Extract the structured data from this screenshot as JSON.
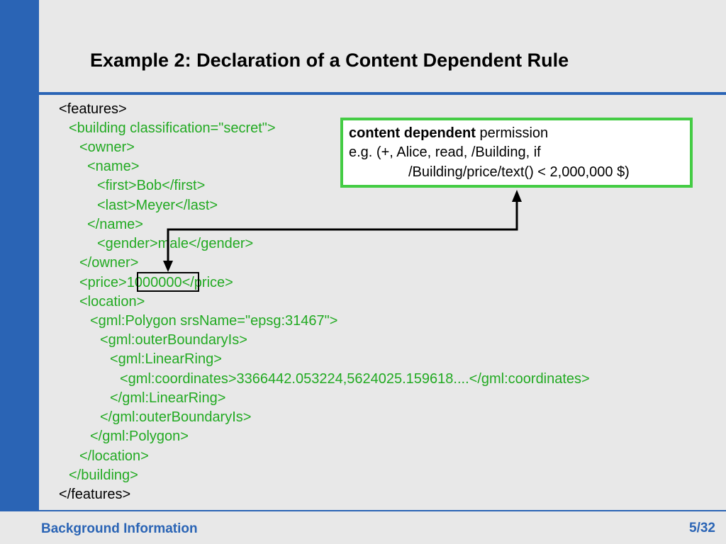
{
  "slide": {
    "title": "Example 2: Declaration of a Content Dependent Rule",
    "footer_left": "Background Information",
    "page_number": "5/32"
  },
  "xml_lines": [
    {
      "text": "<features>",
      "color": "black"
    },
    {
      "text": "<building classification=\"secret\">",
      "color": "green"
    },
    {
      "text": "<owner>",
      "color": "green"
    },
    {
      "text": "<name>",
      "color": "green"
    },
    {
      "text": "<first>Bob</first>",
      "color": "green"
    },
    {
      "text": "<last>Meyer</last>",
      "color": "green"
    },
    {
      "text": "</name>",
      "color": "green"
    },
    {
      "text": "<gender>male</gender>",
      "color": "green"
    },
    {
      "text": "</owner>",
      "color": "green"
    },
    {
      "text": "<price>1000000</price>",
      "color": "green"
    },
    {
      "text": "<location>",
      "color": "green"
    },
    {
      "text": "<gml:Polygon srsName=\"epsg:31467\">",
      "color": "green"
    },
    {
      "text": "<gml:outerBoundaryIs>",
      "color": "green"
    },
    {
      "text": "<gml:LinearRing>",
      "color": "green"
    },
    {
      "text": "<gml:coordinates>3366442.053224,5624025.159618....</gml:coordinates>",
      "color": "green"
    },
    {
      "text": "</gml:LinearRing>",
      "color": "green"
    },
    {
      "text": "</gml:outerBoundaryIs>",
      "color": "green"
    },
    {
      "text": "</gml:Polygon>",
      "color": "green"
    },
    {
      "text": "</location>",
      "color": "green"
    },
    {
      "text": "</building>",
      "color": "green"
    },
    {
      "text": "</features>",
      "color": "black"
    }
  ],
  "permission_box": {
    "bold": "content dependent",
    "rest": " permission",
    "line2": "e.g. (+, Alice, read, /Building, if",
    "line3": "/Building/price/text() < 2,000,000 $)"
  },
  "colors": {
    "accent": "#2a64b5",
    "xml_green": "#22aa22",
    "box_border": "#44cc44"
  }
}
